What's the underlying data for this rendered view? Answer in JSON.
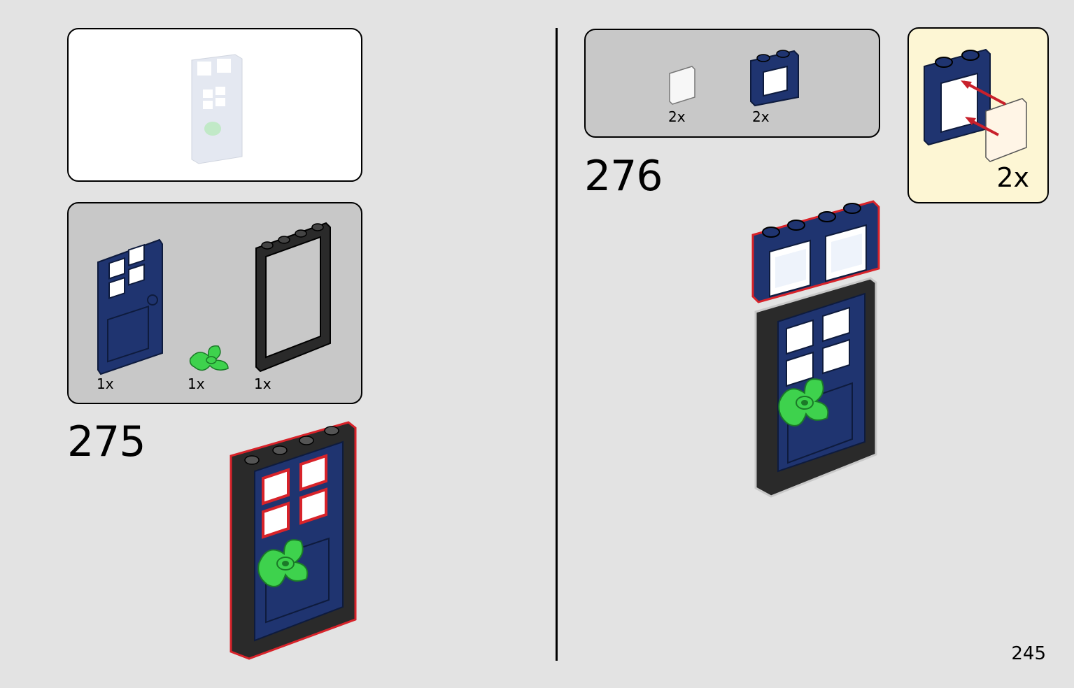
{
  "page": {
    "number": "245"
  },
  "steps": [
    {
      "id": "275",
      "number": "275",
      "parts": [
        {
          "icon": "door-blue-icon",
          "qty": "1x"
        },
        {
          "icon": "leaf-plate-green-icon",
          "qty": "1x"
        },
        {
          "icon": "door-frame-black-icon",
          "qty": "1x"
        }
      ]
    },
    {
      "id": "276",
      "number": "276",
      "parts": [
        {
          "icon": "window-glass-icon",
          "qty": "2x"
        },
        {
          "icon": "window-frame-blue-icon",
          "qty": "2x"
        }
      ],
      "subassembly_qty": "2x"
    }
  ],
  "colors": {
    "background": "#e3e3e3",
    "brick_blue": "#1f3470",
    "brick_black": "#2a2a2a",
    "leaf_green": "#3ed24d",
    "highlight_red": "#d8232a",
    "arrow_red": "#c8202b",
    "callout_yellow": "#fdf6d4"
  }
}
